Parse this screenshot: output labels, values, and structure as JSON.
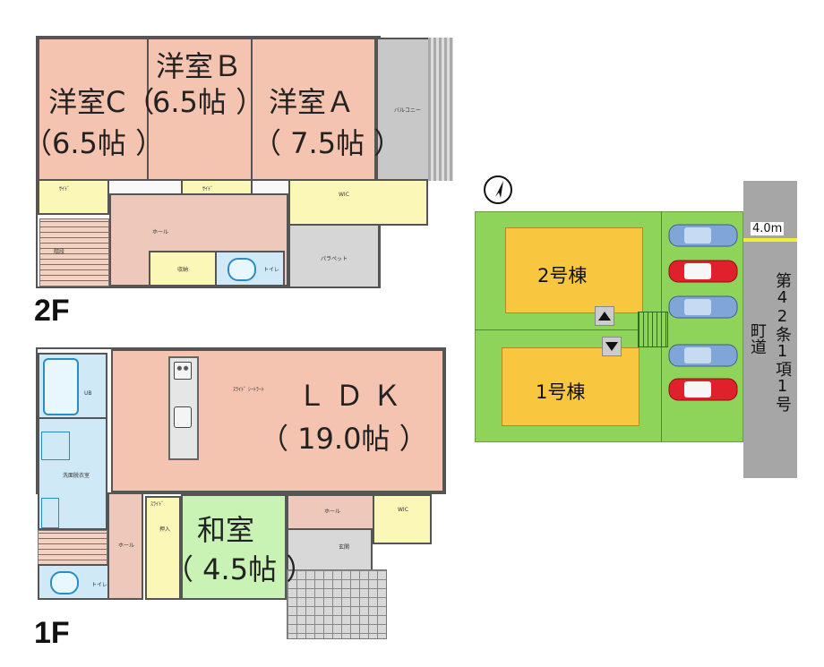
{
  "floor2": {
    "label": "2F",
    "room_c": {
      "name": "洋室C（",
      "size": "（6.5帖 ）"
    },
    "room_b": {
      "name": "洋室Ｂ",
      "size": "6.5帖 ）"
    },
    "room_a": {
      "name": "洋室Ａ",
      "size": "（ 7.5帖 ）"
    },
    "small_labels": [
      "ｻｲﾄﾞ",
      "ｻｲﾄﾞ",
      "WIC",
      "ホール",
      "収納",
      "トイレ",
      "パラペット",
      "バルコニー",
      "階段"
    ]
  },
  "floor1": {
    "label": "1F",
    "ldk": {
      "name": "ＬＤＫ",
      "size": "（ 19.0帖 ）"
    },
    "washitsu": {
      "name": "和室",
      "size": "（ 4.5帖 ）"
    },
    "small_labels": [
      "UB",
      "洗面脱衣室",
      "ホール",
      "トイレ",
      "玄関",
      "ホール",
      "WIC",
      "押入",
      "ｽﾗｲﾄﾞ",
      "ｽﾗｲﾄﾞ ｼｰﾄﾗｰﾄ"
    ]
  },
  "site": {
    "road_width": "4.0m",
    "road_label": "第42条1項1号",
    "road_type": "町道",
    "building_2": "2号棟",
    "building_1": "1号棟",
    "colors": {
      "lot": "#8ed35a",
      "building": "#f9c73f",
      "road": "#a6a6a6",
      "car_blue": "#7fa6d6",
      "car_red": "#e0202a",
      "road_line": "#f2ef2c"
    }
  }
}
